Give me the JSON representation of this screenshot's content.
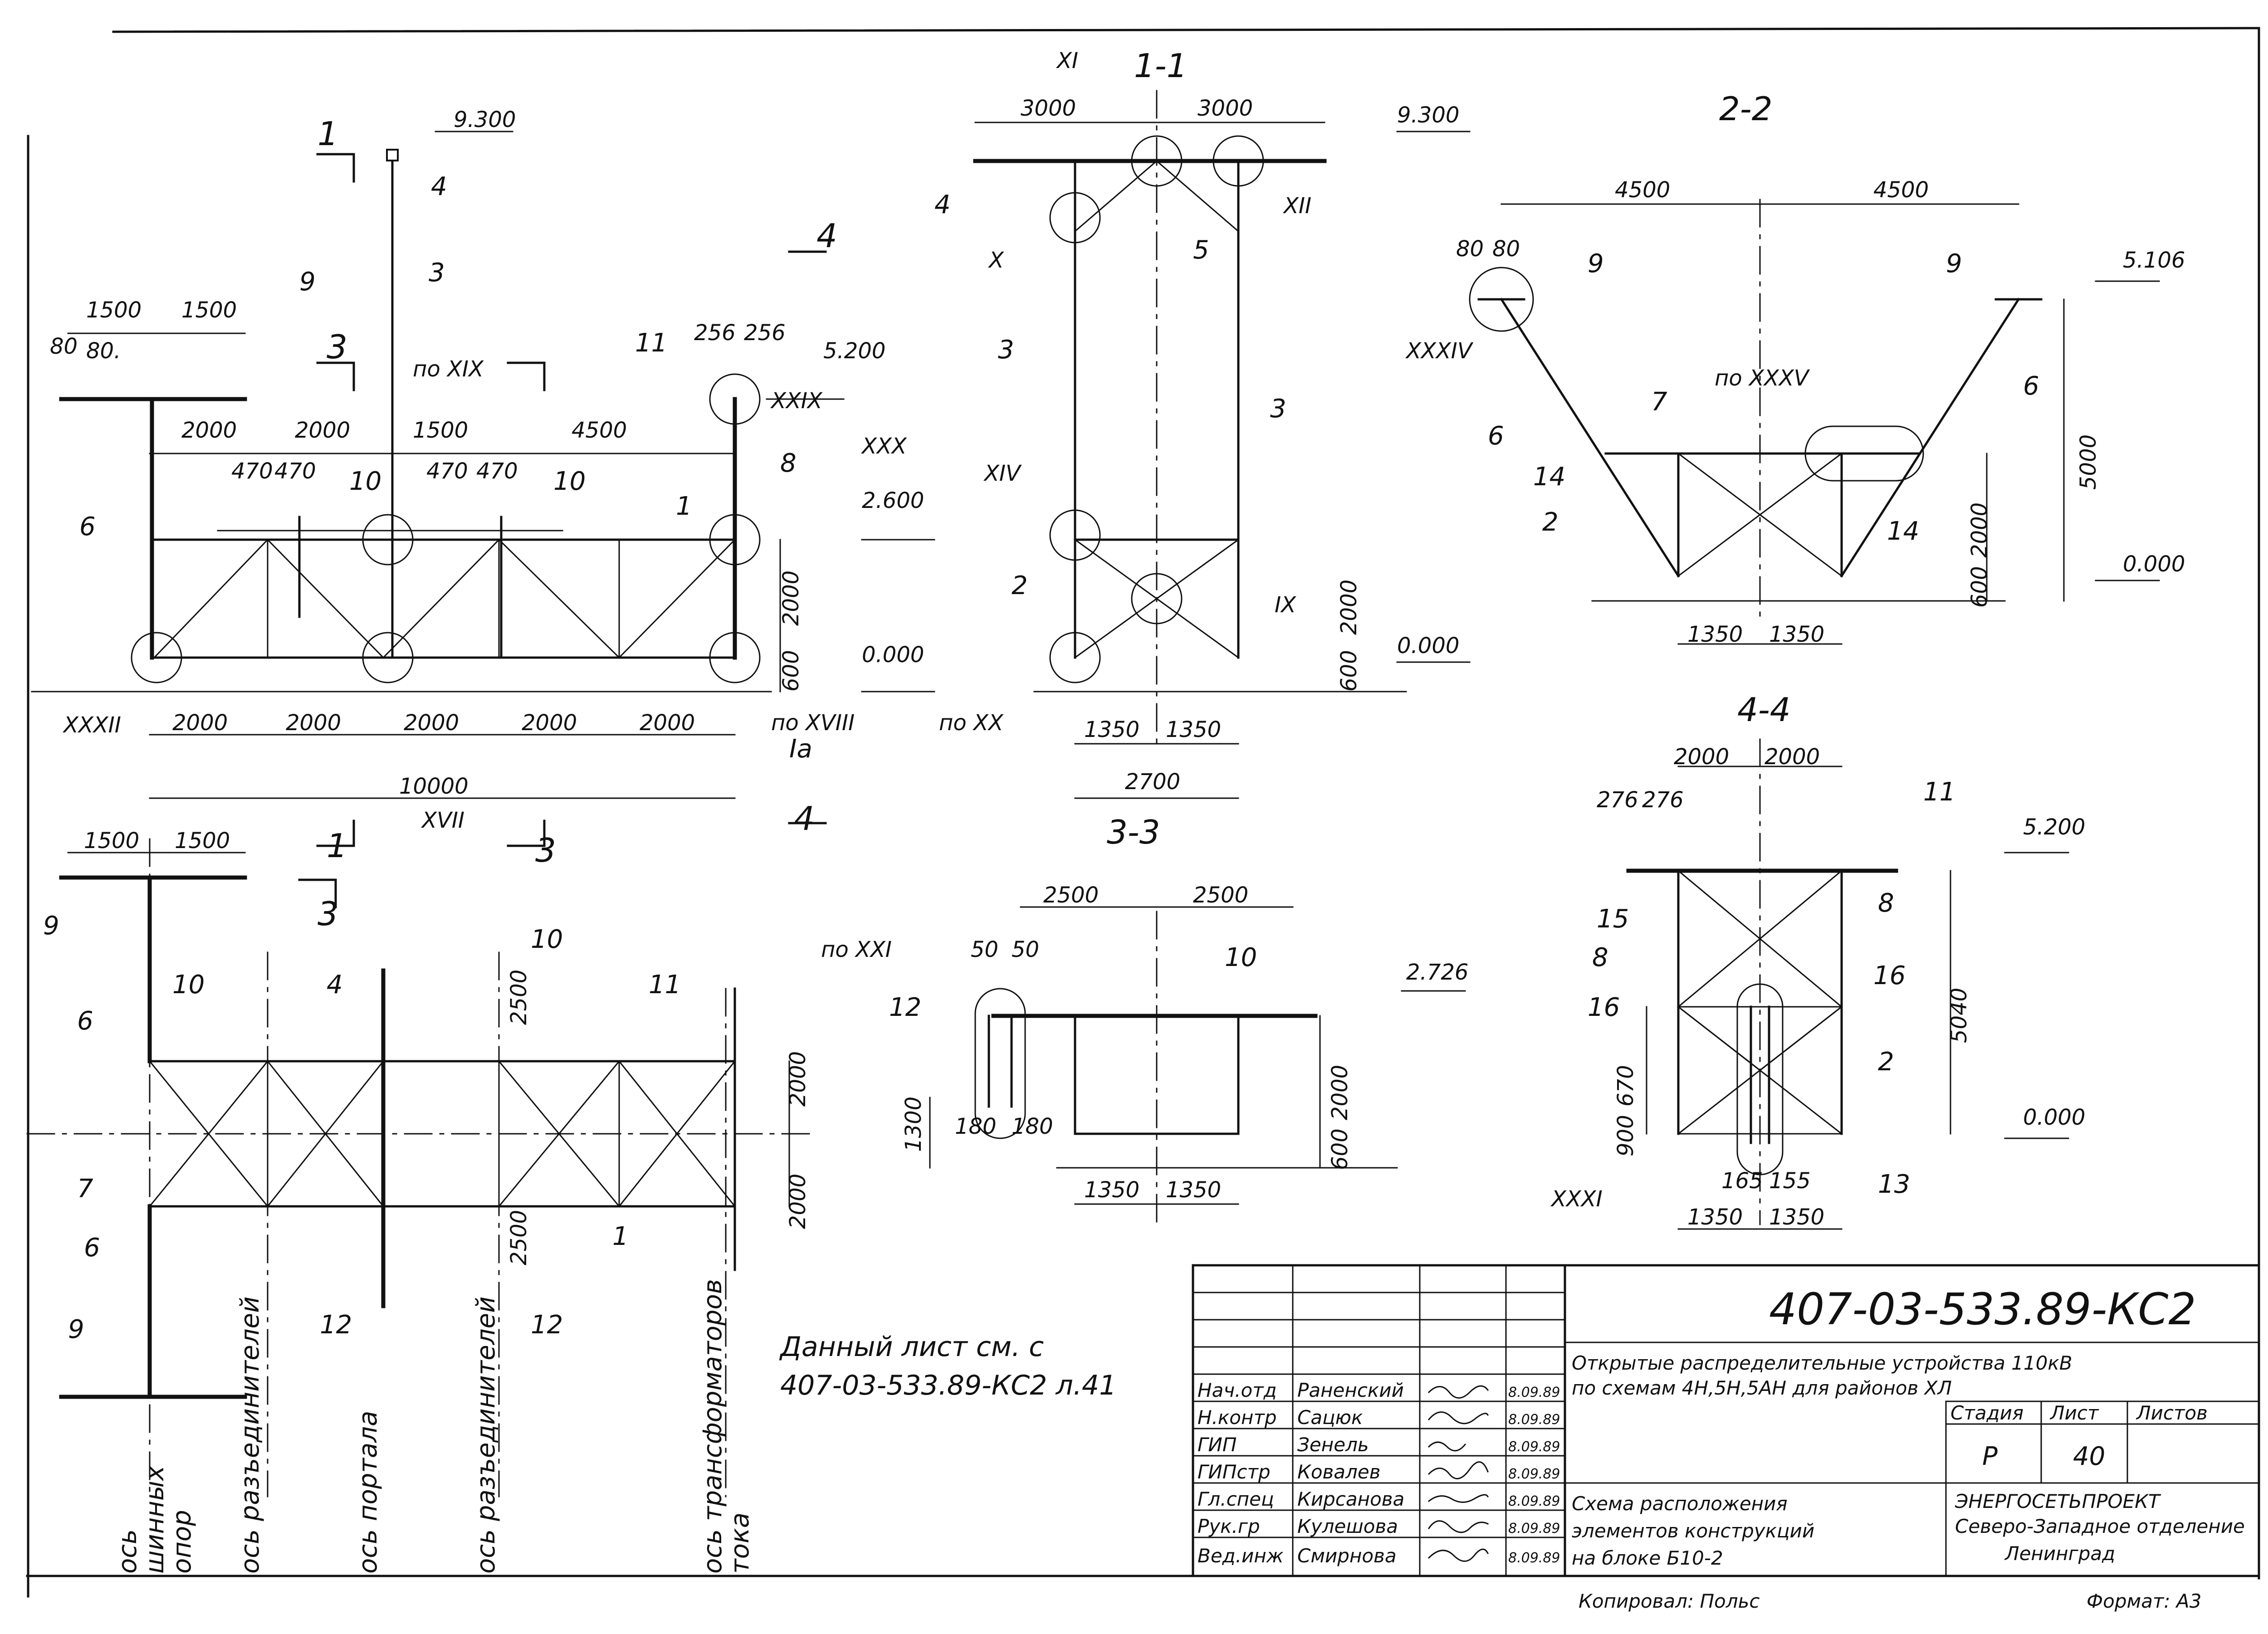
{
  "sheet": {
    "code": "407-03-533.89-КС2",
    "title_line1": "Открытые распределительные устройства 110кВ",
    "title_line2": "по схемам 4Н,5Н,5АН для районов ХЛ",
    "drawing_line1": "Схема расположения",
    "drawing_line2": "элементов конструкций",
    "drawing_line3": "на блоке Б10-2",
    "org_line1": "ЭНЕРГОСЕТЬПРОЕКТ",
    "org_line2": "Северо-Западное отделение",
    "org_line3": "Ленинград",
    "stage_label": "Стадия",
    "sheet_label": "Лист",
    "sheets_label": "Листов",
    "stage": "Р",
    "sheet_no": "40",
    "copied_by": "Копировал: Польс",
    "format": "Формат: А3",
    "note_line1": "Данный лист см. с",
    "note_line2": "407-03-533.89-КС2 л.41"
  },
  "signatures": [
    {
      "role": "Нач.отд",
      "name": "Раненский",
      "date": "8.09.89"
    },
    {
      "role": "Н.контр",
      "name": "Сацюк",
      "date": "8.09.89"
    },
    {
      "role": "ГИП",
      "name": "Зенель",
      "date": "8.09.89"
    },
    {
      "role": "ГИПстр",
      "name": "Ковалев",
      "date": "8.09.89"
    },
    {
      "role": "Гл.спец",
      "name": "Кирсанова",
      "date": "8.09.89"
    },
    {
      "role": "Рук.гр",
      "name": "Кулешова",
      "date": "8.09.89"
    },
    {
      "role": "Вед.инж",
      "name": "Смирнова",
      "date": "8.09.89"
    }
  ],
  "sections": {
    "s11": "1-1",
    "s22": "2-2",
    "s33": "3-3",
    "s44": "4-4"
  },
  "elevation": {
    "el_9300": "9.300",
    "el_5200": "5.200",
    "el_2600": "2.600",
    "el_0000": "0.000",
    "d1500a": "1500",
    "d1500b": "1500",
    "d80a": "80",
    "d80b": "80.",
    "d2000a": "2000",
    "d2000b": "2000",
    "d1500c": "1500",
    "d4500": "4500",
    "d470a": "470",
    "d470b": "470",
    "d470c": "470",
    "d470d": "470",
    "d256a": "256",
    "d256b": "256",
    "d2000h": "2000",
    "d600": "600",
    "b2000a": "2000",
    "b2000b": "2000",
    "b2000c": "2000",
    "b2000d": "2000",
    "b2000e": "2000",
    "total": "10000",
    "n1": "1",
    "n3": "3",
    "n4": "4",
    "n6": "6",
    "n8": "8",
    "n9": "9",
    "n10a": "10",
    "n10b": "10",
    "n11": "11",
    "ref_xix": "по XIX",
    "ref_xxix": "XXIX",
    "ref_xxx": "XXX",
    "ref_xxxii": "XXXII",
    "ref_xviii": "по XVIII",
    "ref_xvii": "XVII",
    "ref_1a": "Iа",
    "cut1": "1",
    "cut3": "3",
    "cut4": "4",
    "cut1b": "1",
    "cut3b": "3",
    "cut4b": "4"
  },
  "plan": {
    "d1500a": "1500",
    "d1500b": "1500",
    "d2500a": "2500",
    "d2500b": "2500",
    "d2000a": "2000",
    "d2000b": "2000",
    "n9a": "9",
    "n9b": "9",
    "n6a": "6",
    "n6b": "6",
    "n7": "7",
    "n1": "1",
    "n10a": "10",
    "n10b": "10",
    "n4": "4",
    "n11": "11",
    "n12a": "12",
    "n12b": "12",
    "cut3": "3",
    "axes": [
      {
        "line1": "ось",
        "line2": "шинных",
        "line3": "опор"
      },
      {
        "line1": "ось разъединителей",
        "line2": "",
        "line3": ""
      },
      {
        "line1": "ось портала",
        "line2": "",
        "line3": ""
      },
      {
        "line1": "ось разъединителей",
        "line2": "",
        "line3": ""
      },
      {
        "line1": "ось трансформаторов",
        "line2": "тока",
        "line3": ""
      }
    ]
  },
  "sec11": {
    "d3000a": "3000",
    "d3000b": "3000",
    "el_9300": "9.300",
    "el_0000": "0.000",
    "d2000": "2000",
    "d600": "600",
    "d1350a": "1350",
    "d1350b": "1350",
    "d2700": "2700",
    "n2": "2",
    "n3a": "3",
    "n3b": "3",
    "n4": "4",
    "n5": "5",
    "r_xi": "XI",
    "r_xii": "XII",
    "r_x": "X",
    "r_xiv": "XIV",
    "r_ix": "IX",
    "r_xx": "по XX"
  },
  "sec22": {
    "d4500a": "4500",
    "d4500b": "4500",
    "d80a": "80",
    "d80b": "80",
    "el_5106": "5.106",
    "el_0000": "0.000",
    "d5000": "5000",
    "d2000": "2000",
    "d600": "600",
    "d1350a": "1350",
    "d1350b": "1350",
    "n9a": "9",
    "n9b": "9",
    "n6a": "6",
    "n6b": "6",
    "n7": "7",
    "n14a": "14",
    "n14b": "14",
    "n2": "2",
    "r_xxxiv": "XXXIV",
    "r_xxxv": "по XXXV"
  },
  "sec33": {
    "d2500a": "2500",
    "d2500b": "2500",
    "d50a": "50",
    "d50b": "50",
    "el_2726": "2.726",
    "d2000": "2000",
    "d600": "600",
    "d1300": "1300",
    "d180a": "180",
    "d180b": "180",
    "d1350a": "1350",
    "d1350b": "1350",
    "n10": "10",
    "n12": "12",
    "r_xxi": "по XXI"
  },
  "sec44": {
    "d2000a": "2000",
    "d2000b": "2000",
    "d276a": "276",
    "d276b": "276",
    "el_5200": "5.200",
    "el_0000": "0.000",
    "d5040": "5040",
    "d900": "900",
    "d670": "670",
    "d165": "165",
    "d155": "155",
    "d1350a": "1350",
    "d1350b": "1350",
    "n11": "11",
    "n15": "15",
    "n8a": "8",
    "n8b": "8",
    "n16a": "16",
    "n16b": "16",
    "n2": "2",
    "n13": "13",
    "r_xxxi": "XXXI"
  }
}
